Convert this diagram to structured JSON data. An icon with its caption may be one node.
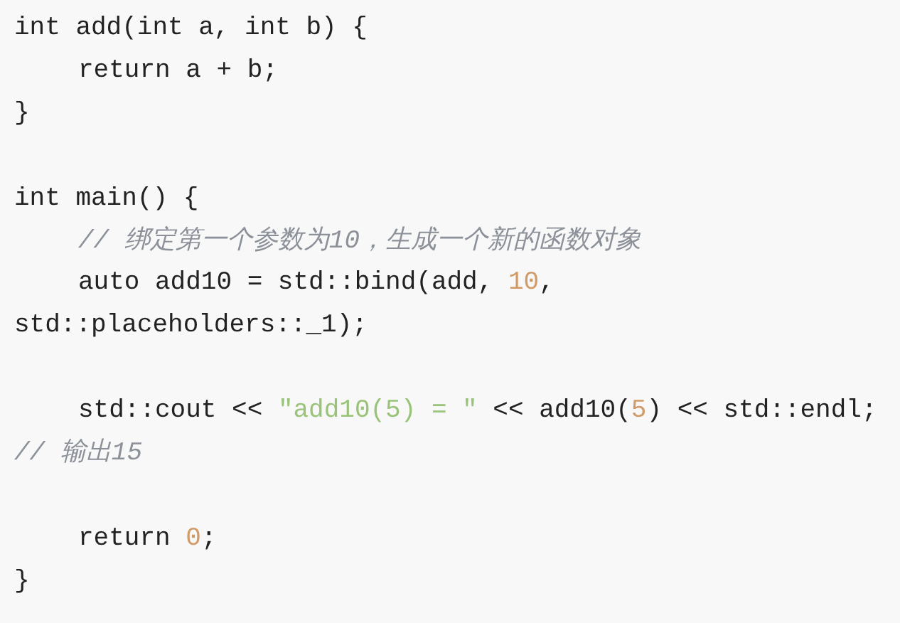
{
  "diagram": {
    "labels": [
      "int add(int a, int b) {",
      "return a + b;",
      "}",
      "int main() {",
      "// 绑定第一个参数为10，生成一个新的函数对象",
      "auto add10 = std::bind(add, 10,",
      "std::placeholders::_1);",
      "std::cout << \"add10(5) = \" << add10(5) << std::endl;",
      "// 输出15",
      "return 0;",
      "}"
    ]
  }
}
